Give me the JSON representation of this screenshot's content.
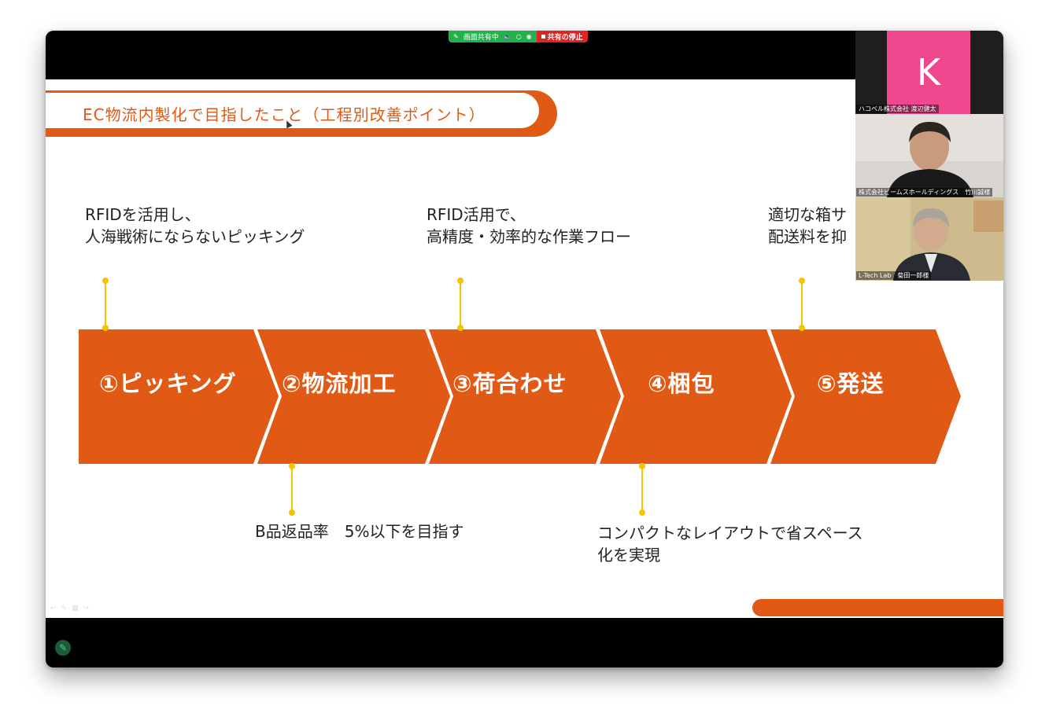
{
  "share_bar": {
    "status_label": "画面共有中",
    "stop_label": "共有の停止",
    "icons": [
      "share-icon",
      "speaker-icon",
      "record-icon",
      "shield-icon"
    ]
  },
  "slide": {
    "title": "EC物流内製化で目指したこと（工程別改善ポイント）",
    "colors": {
      "accent": "#e05a16",
      "connector": "#f5c400"
    },
    "steps": [
      {
        "label": "①ピッキング"
      },
      {
        "label": "②物流加工"
      },
      {
        "label": "③荷合わせ"
      },
      {
        "label": "④梱包"
      },
      {
        "label": "⑤発送"
      }
    ],
    "notes_top": [
      {
        "line1": "RFIDを活用し、",
        "line2": "人海戦術にならないピッキング"
      },
      {
        "line1": "RFID活用で、",
        "line2": "高精度・効率的な作業フロー"
      },
      {
        "line1": "適切な箱サ",
        "line2": "配送料を抑"
      }
    ],
    "notes_bottom": [
      {
        "line1": "B品返品率　5%以下を目指す",
        "line2": ""
      },
      {
        "line1": "コンパクトなレイアウトで省スペース",
        "line2": "化を実現"
      }
    ]
  },
  "participants": [
    {
      "name": "ハコベル株式会社 渡辺健太",
      "initial": "K",
      "avatar_color": "#f0488e"
    },
    {
      "name": "株式会社ビームスホールディングス　竹川誠様"
    },
    {
      "name": "L-Tech Lab　菊田一郎様"
    }
  ]
}
